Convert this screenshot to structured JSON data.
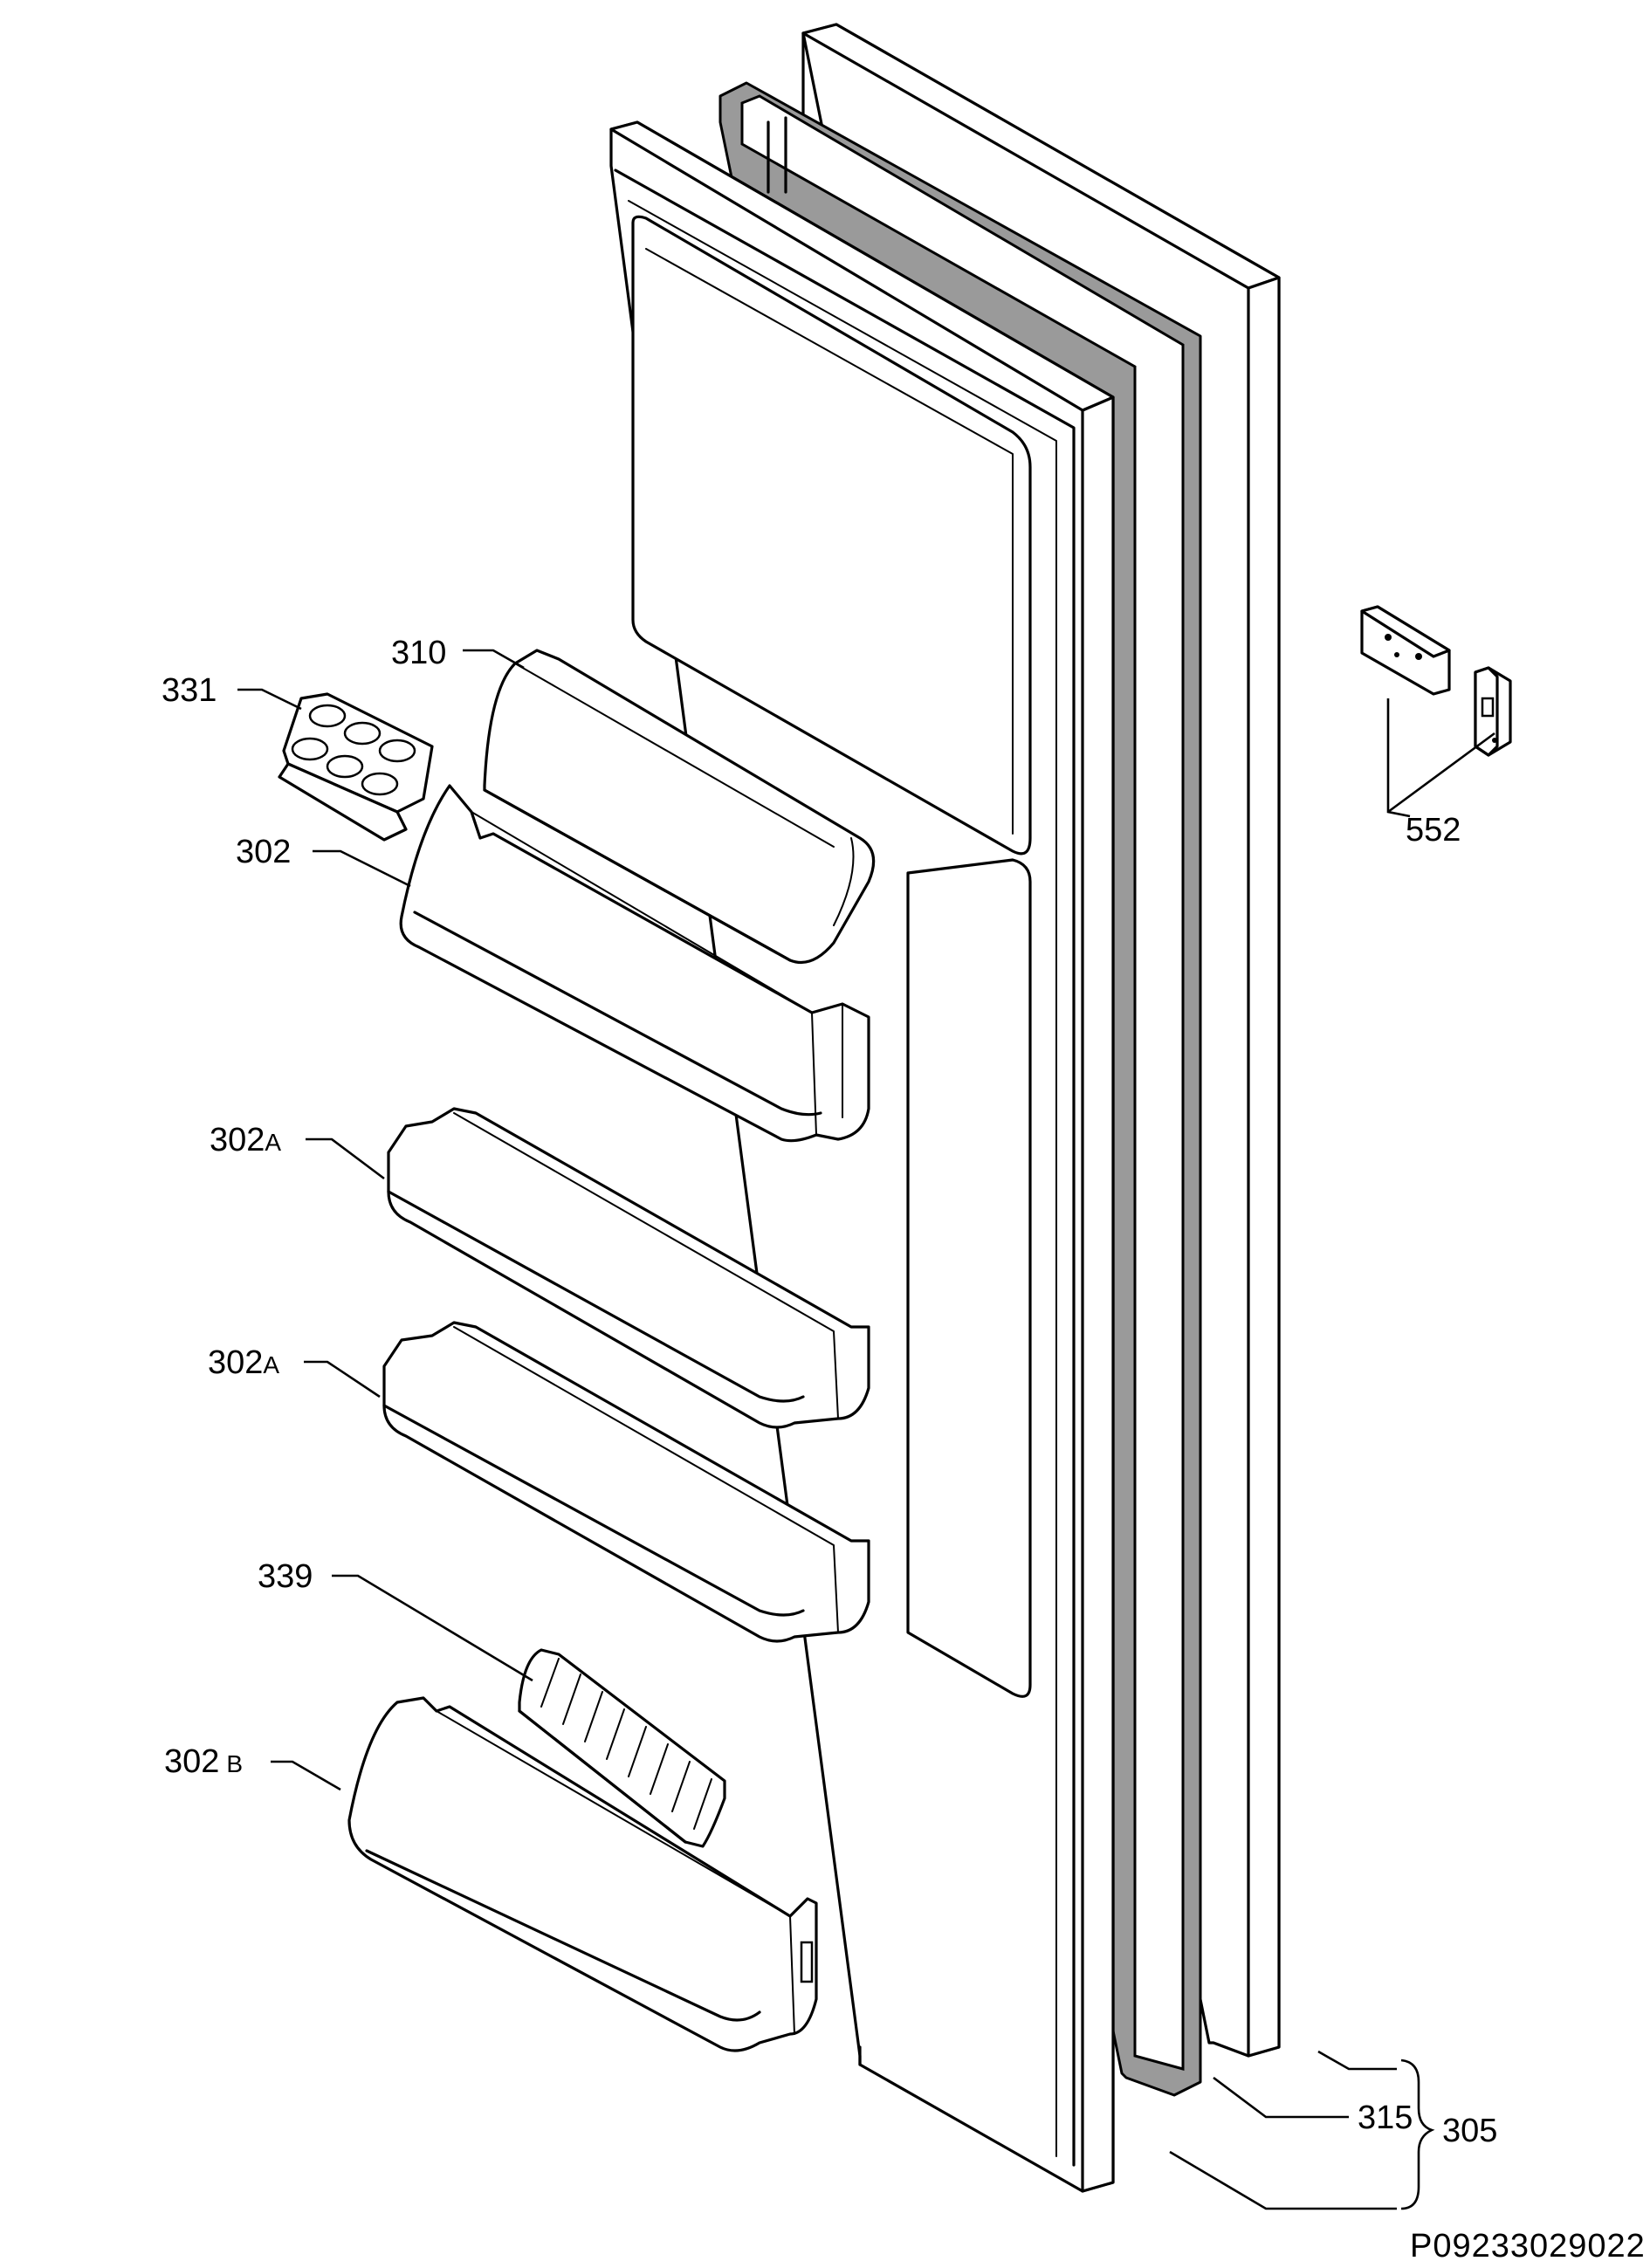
{
  "diagram": {
    "labels": {
      "p310": "310",
      "p331": "331",
      "p302": "302",
      "p302a_1": "302",
      "p302a_1_suffix": "A",
      "p302a_2": "302",
      "p302a_2_suffix": "A",
      "p339": "339",
      "p302b": "302",
      "p302b_suffix": "B",
      "p552": "552",
      "p315": "315",
      "p305": "305"
    },
    "document_id": "P09233029022"
  }
}
